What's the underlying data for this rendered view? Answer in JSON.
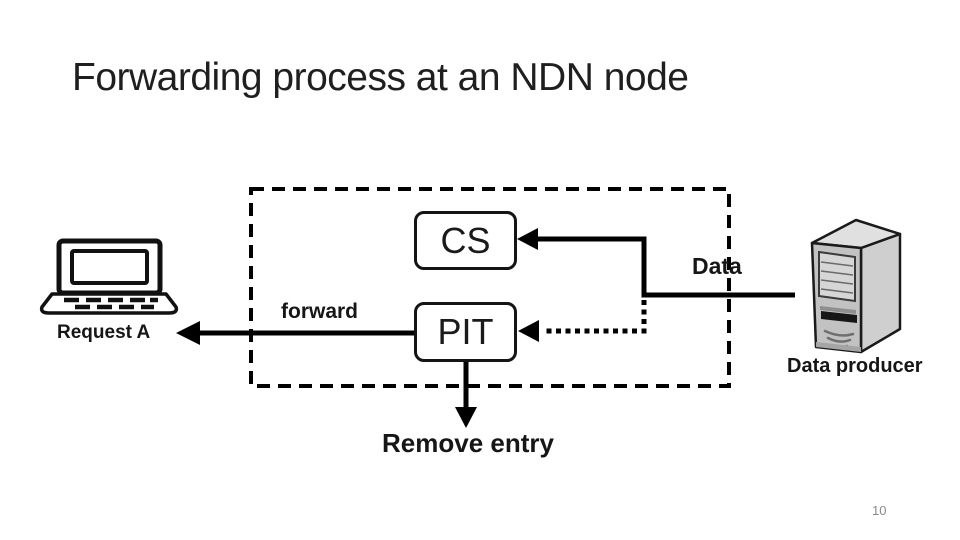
{
  "slide": {
    "title": "Forwarding process at an NDN node",
    "page_number": "10"
  },
  "diagram": {
    "node_boundary": "dashed rectangle representing NDN node",
    "cs_box": {
      "label": "CS"
    },
    "pit_box": {
      "label": "PIT"
    },
    "labels": {
      "request": "Request A",
      "forward": "forward",
      "data": "Data",
      "data_producer": "Data producer",
      "remove_entry": "Remove entry"
    },
    "icons": {
      "client": "laptop-icon",
      "producer": "server-tower-icon"
    },
    "colors": {
      "ink": "#000000",
      "box_border": "#141414",
      "server_front": "#c2c2c2",
      "server_side": "#cfcfcf",
      "server_top": "#e0e0e0",
      "page_number": "#8a8a8a"
    }
  }
}
